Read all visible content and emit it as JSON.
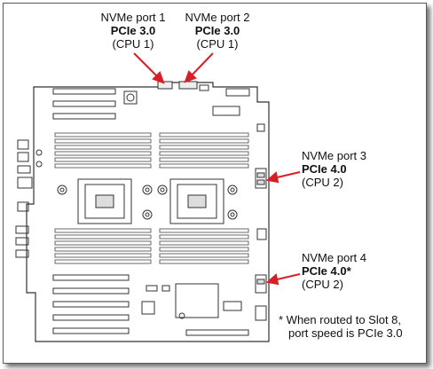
{
  "callouts": {
    "port1": {
      "name": "NVMe port 1",
      "speed": "PCIe 3.0",
      "cpu": "(CPU 1)"
    },
    "port2": {
      "name": "NVMe port 2",
      "speed": "PCIe 3.0",
      "cpu": "(CPU 1)"
    },
    "port3": {
      "name": "NVMe port 3",
      "speed": "PCIe 4.0",
      "cpu": "(CPU 2)"
    },
    "port4": {
      "name": "NVMe port 4",
      "speed": "PCIe 4.0*",
      "cpu": "(CPU 2)"
    }
  },
  "footnote": {
    "line1": "*  When routed to Slot 8,",
    "line2": "port speed is PCIe 3.0"
  },
  "colors": {
    "arrow": "#d81f26",
    "outline": "#333333"
  }
}
